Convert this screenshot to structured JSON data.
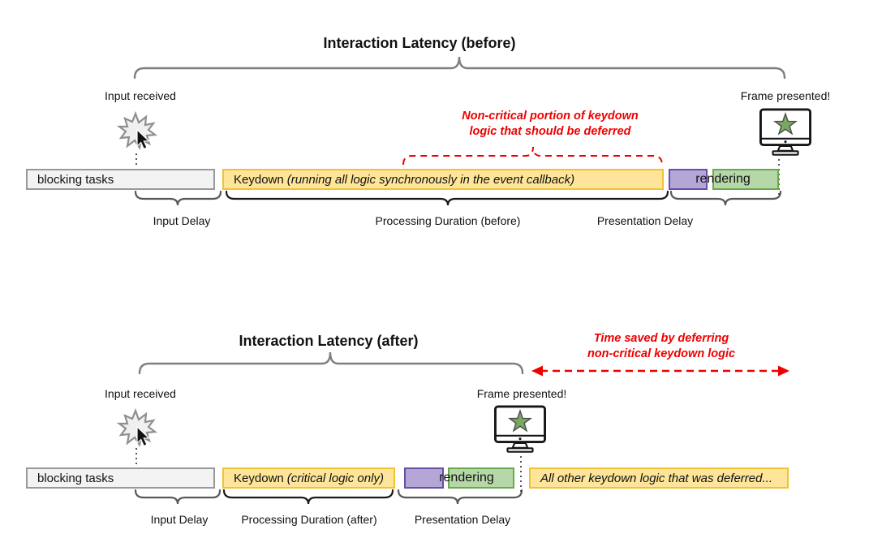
{
  "colors": {
    "annotation_red": "#ee0000",
    "keydown_yellow_fill": "#ffe599",
    "keydown_yellow_border": "#f1c232",
    "paint_purple_fill": "#b4a7d6",
    "paint_purple_border": "#674ea7",
    "render_green_fill": "#b6d7a8",
    "render_green_border": "#6aa84f",
    "blocking_gray_fill": "#f3f3f3",
    "blocking_gray_border": "#999999",
    "star_green": "#79a85e"
  },
  "before": {
    "title": "Interaction Latency (before)",
    "input_received_label": "Input received",
    "frame_presented_label": "Frame presented!",
    "annotation_line1": "Non-critical portion of keydown",
    "annotation_line2": "logic that should be deferred",
    "bars": {
      "blocking_tasks": "blocking tasks",
      "keydown_prefix": "Keydown",
      "keydown_detail": "(running all logic synchronously in the event callback)",
      "rendering": "rendering"
    },
    "duration_labels": {
      "input_delay": "Input Delay",
      "processing": "Processing Duration (before)",
      "presentation": "Presentation Delay"
    }
  },
  "after": {
    "title": "Interaction Latency (after)",
    "input_received_label": "Input received",
    "frame_presented_label": "Frame presented!",
    "annotation_line1": "Time saved by deferring",
    "annotation_line2": "non-critical keydown logic",
    "bars": {
      "blocking_tasks": "blocking tasks",
      "keydown_prefix": "Keydown",
      "keydown_detail": "(critical logic only)",
      "rendering": "rendering",
      "deferred": "All other keydown logic that was deferred..."
    },
    "duration_labels": {
      "input_delay": "Input Delay",
      "processing": "Processing Duration (after)",
      "presentation": "Presentation Delay"
    }
  }
}
